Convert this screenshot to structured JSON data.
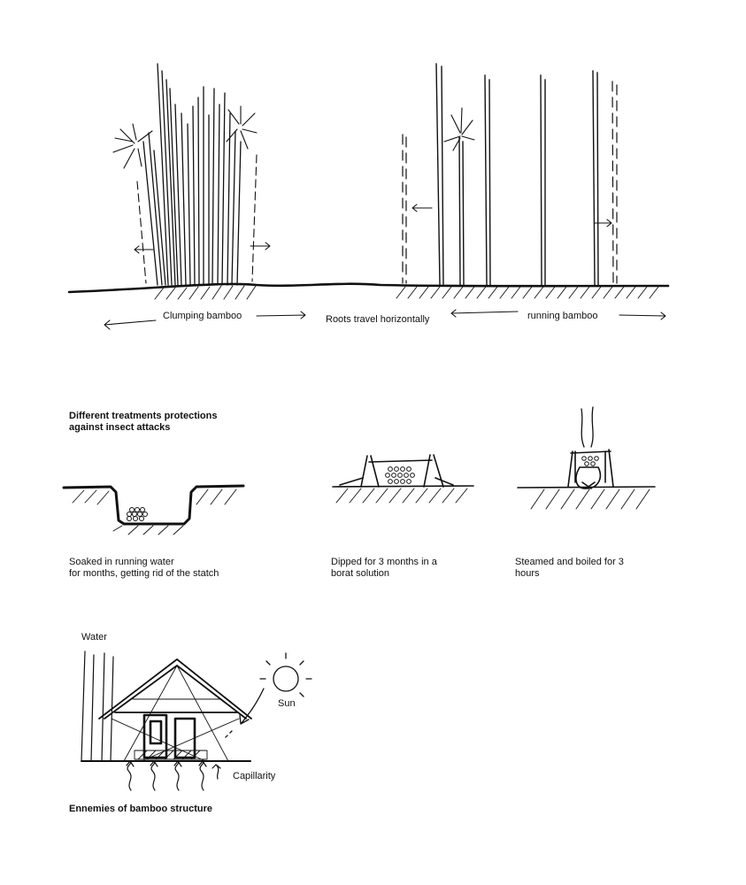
{
  "bamboo_section": {
    "clumping_label": "Clumping bamboo",
    "roots_label": "Roots travel horizontally",
    "running_label": "running bamboo"
  },
  "treatments": {
    "heading_line1": "Different treatments protections",
    "heading_line2": "against insect attacks",
    "items": [
      {
        "line1": "Soaked in running water",
        "line2": "for months, getting rid of the statch"
      },
      {
        "line1": "Dipped for 3 months in a",
        "line2": "borat solution"
      },
      {
        "line1": "Steamed and boiled for 3",
        "line2": "hours"
      }
    ]
  },
  "enemies": {
    "water_label": "Water",
    "sun_label": "Sun",
    "capillarity_label": "Capillarity",
    "caption": "Ennemies of bamboo structure"
  },
  "colors": {
    "ink": "#111111",
    "paper": "#ffffff"
  }
}
